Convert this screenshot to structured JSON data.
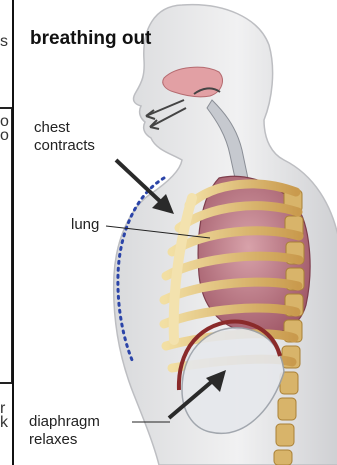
{
  "edge_text": [
    "s",
    "o",
    "o",
    "r",
    "k"
  ],
  "diagram": {
    "title": "breathing out",
    "labels": {
      "chest": [
        "chest",
        "contracts"
      ],
      "lung": "lung",
      "diaphragm": [
        "diaphragm",
        "relaxes"
      ]
    }
  }
}
